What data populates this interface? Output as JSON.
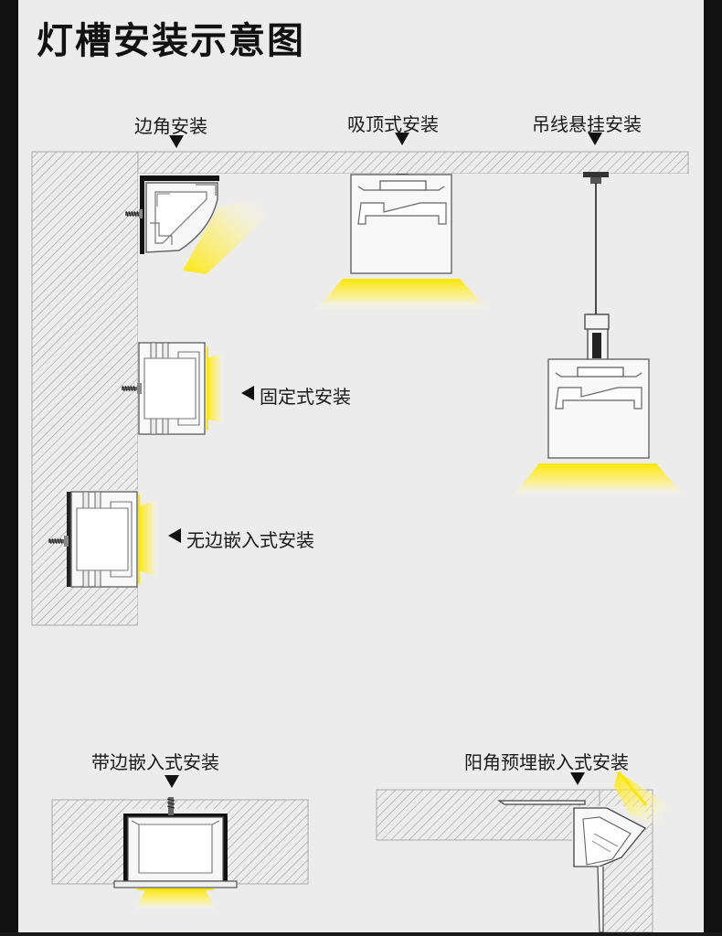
{
  "title": "灯槽安装示意图",
  "labels": {
    "corner": "边角安装",
    "ceiling": "吸顶式安装",
    "pendant": "吊线悬挂安装",
    "fixed": "固定式安装",
    "borderless": "无边嵌入式安装",
    "bordered": "带边嵌入式安装",
    "external_corner": "阳角预埋嵌入式安装"
  },
  "colors": {
    "panel": "#ececec",
    "frame": "#1a1a1a",
    "light": "#ffe600",
    "hatch": "#999999"
  }
}
